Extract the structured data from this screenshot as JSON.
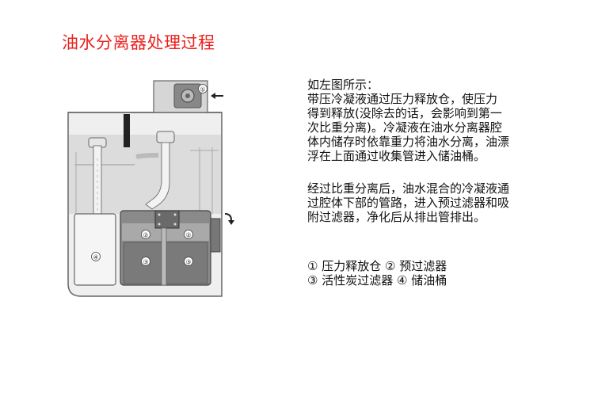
{
  "title": "油水分离器处理过程",
  "diagram": {
    "labels": {
      "n1": "①",
      "n2a": "②",
      "n2b": "②",
      "n3a": "③",
      "n3b": "③",
      "n4": "④"
    },
    "colors": {
      "outline": "#555555",
      "tank": "#d9d9d9",
      "tank_light": "#efefef",
      "filter_dark": "#6e6e6e",
      "filter_mid": "#8a8a8a"
    }
  },
  "description": {
    "p1": [
      "如左图所示：",
      "带压冷凝液通过压力释放仓，使压力",
      "得到释放(没除去的话，会影响到第一",
      "次比重分离)。冷凝液在油水分离器腔",
      "体内储存时依靠重力将油水分离，油漂",
      "浮在上面通过收集管进入储油桶。"
    ],
    "p2": [
      "经过比重分离后，油水混合的冷凝液通",
      "过腔体下部的管路，进入预过滤器和吸",
      "附过滤器，净化后从排出管排出。"
    ],
    "legend": [
      "① 压力释放仓 ② 预过滤器",
      "③ 活性炭过滤器 ④ 储油桶"
    ]
  }
}
